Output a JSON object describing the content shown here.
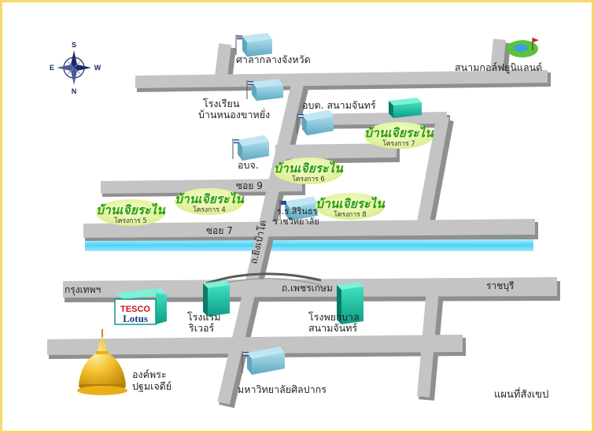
{
  "compass": {
    "north": "N",
    "south": "S",
    "east": "E",
    "west": "W"
  },
  "roads": {
    "soi9": "ซอย 9",
    "soi7": "ซอย 7",
    "yingpao": "ถ.ยิงเป้าโด",
    "phetkasem": "ถ.เพชรเกษม",
    "to_bangkok": "กรุงเทพฯ",
    "to_ratchaburi": "ราชบุรี"
  },
  "places": {
    "city_hall": "ศาลากลางจังหวัด",
    "golf_course": "สนามกอล์ฟยูนิแลนด์",
    "school_line1": "โรงเรียน",
    "school_line2": "บ้านหนองขาหยั่ง",
    "obt": "อบต. สนามจันทร์",
    "obj": "อบจ.",
    "sirindhorn_line1": "ร.ร.สิรินธร",
    "sirindhorn_line2": "ราชวิทยาลัย",
    "hotel_line1": "โรงแรม",
    "hotel_line2": "ริเวอร์",
    "hospital_line1": "โรงพยาบาล",
    "hospital_line2": "สนามจันทร์",
    "pagoda_line1": "องค์พระ",
    "pagoda_line2": "ปฐมเจดีย์",
    "university": "มหาวิทยาลัยศิลปากร"
  },
  "tesco": {
    "line1": "TESCO",
    "line2": "Lotus"
  },
  "projects": [
    {
      "title": "บ้านเจิยระไน",
      "sub": "โครงการ 7"
    },
    {
      "title": "บ้านเจิยระไน",
      "sub": "โครงการ 6"
    },
    {
      "title": "บ้านเจิยระไน",
      "sub": "โครงการ 4"
    },
    {
      "title": "บ้านเจิยระไน",
      "sub": "โครงการ 5"
    },
    {
      "title": "บ้านเจิยระไน",
      "sub": "โครงการ 8"
    }
  ],
  "caption": "แผนที่สังเขป",
  "colors": {
    "frame": "#f5d96a",
    "road": "#c4c4c4",
    "road_shadow": "#8f8f8f",
    "canal": "#54d6f6",
    "building": "#7fc1d6",
    "accent_building": "#22c7a6",
    "project_badge": "#e7f4a2",
    "project_text": "#2a9a1a",
    "pagoda": "#f1c232"
  }
}
